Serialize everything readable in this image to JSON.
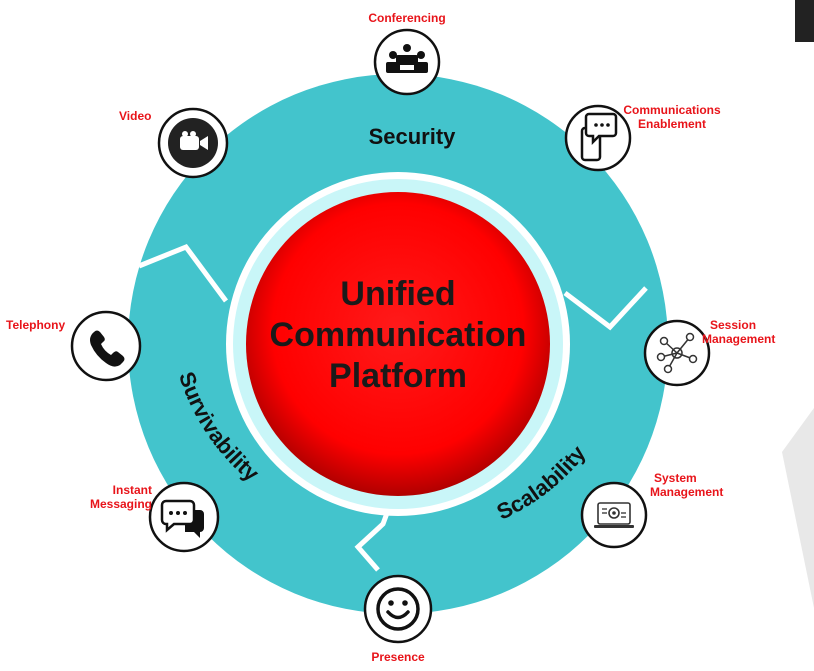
{
  "center": {
    "line1": "Unified",
    "line2": "Communication",
    "line3": "Platform"
  },
  "pillars": {
    "security": "Security",
    "survivability": "Survivability",
    "scalability": "Scalability"
  },
  "features": {
    "conferencing": "Conferencing",
    "comms_line1": "Communications",
    "comms_line2": "Enablement",
    "video": "Video",
    "telephony": "Telephony",
    "session_line1": "Session",
    "session_line2": "Management",
    "instant_line1": "Instant",
    "instant_line2": "Messaging",
    "system_line1": "System",
    "system_line2": "Management",
    "presence": "Presence"
  },
  "colors": {
    "ring": "#43c4cc",
    "inner_ring": "#c9f6f8",
    "core": "#ff0000",
    "label": "#e8141a",
    "icon": "#111111"
  },
  "icons": [
    "conferencing-icon",
    "communications-enablement-icon",
    "video-icon",
    "telephony-icon",
    "session-management-icon",
    "instant-messaging-icon",
    "system-management-icon",
    "presence-icon"
  ]
}
